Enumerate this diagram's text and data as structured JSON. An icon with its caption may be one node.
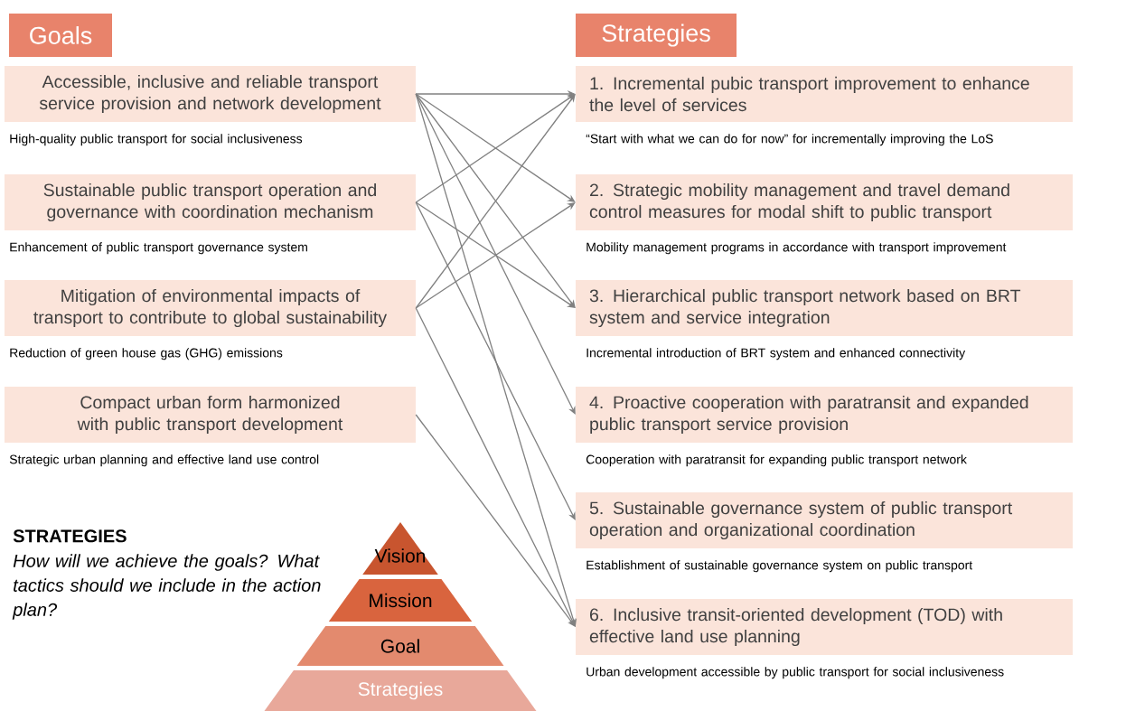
{
  "diagram": {
    "nodes": [
      {
        "text": [
          "Goals"
        ]
      },
      {
        "text": [
          "Accessible, inclusive and reliable transport service provision and network development"
        ],
        "beside": [
          "High-quality public transport for social inclusiveness"
        ]
      },
      {
        "text": [
          "Sustainable public transport operation and governance with coordination mechanism"
        ],
        "beside": [
          "Enhancement of public transport governance system"
        ]
      },
      {
        "text": [
          "Mitigation of environmental impacts of transport to contribute to global sustainability"
        ],
        "beside": [
          "Reduction of green house gas (GHG) emissions"
        ]
      },
      {
        "text": [
          "Compact urban form harmonized with public transport development"
        ],
        "beside": [
          "Strategic urban planning and effective land use control"
        ]
      },
      {
        "text": [
          "Strategies"
        ]
      },
      {
        "text": [
          "1. Incremental pubic transport improvement to enhance the level of services"
        ],
        "beside": [
          "“Start with what we can do for now” for incrementally improving the LoS"
        ]
      },
      {
        "text": [
          "2. Strategic mobility management and travel demand control measures for modal shift to public transport"
        ],
        "beside": [
          "Mobility management programs in accordance with transport improvement"
        ]
      },
      {
        "text": [
          "3. Hierarchical public transport network based on BRT system and service integration"
        ],
        "beside": [
          "Incremental introduction of BRT system and enhanced connectivity"
        ]
      },
      {
        "text": [
          "4. Proactive cooperation with paratransit and expanded public transport service provision"
        ],
        "beside": [
          "Cooperation with paratransit for expanding public transport network"
        ]
      },
      {
        "text": [
          "5. Sustainable governance system of public transport operation and organizational coordination"
        ],
        "beside": [
          "Establishment of sustainable governance system on public transport"
        ]
      },
      {
        "text": [
          "6. Inclusive transit-oriented development (TOD) with effective land use planning"
        ],
        "beside": [
          "Urban development accessible by public transport for social inclusiveness"
        ]
      },
      {
        "text": [
          "Vision"
        ]
      },
      {
        "text": [
          "Mission"
        ]
      },
      {
        "text": [
          "Goal"
        ]
      },
      {
        "text": [
          "Strategies"
        ]
      }
    ],
    "edges": [
      {
        "from": 1,
        "to": 6,
        "arrow": "to"
      },
      {
        "from": 1,
        "to": 7,
        "arrow": "to"
      },
      {
        "from": 1,
        "to": 8,
        "arrow": "to"
      },
      {
        "from": 1,
        "to": 9,
        "arrow": "to"
      },
      {
        "from": 1,
        "to": 11,
        "arrow": "to"
      },
      {
        "from": 2,
        "to": 6,
        "arrow": "to"
      },
      {
        "from": 2,
        "to": 8,
        "arrow": "to"
      },
      {
        "from": 2,
        "to": 10,
        "arrow": "to"
      },
      {
        "from": 3,
        "to": 6,
        "arrow": "to"
      },
      {
        "from": 3,
        "to": 7,
        "arrow": "to"
      },
      {
        "from": 3,
        "to": 11,
        "arrow": "to"
      },
      {
        "from": 4,
        "to": 11,
        "arrow": "to"
      }
    ],
    "labels": [
      "STRATEGIES",
      "How will we achieve the goals? What tactics should we include in the action plan?"
    ]
  }
}
